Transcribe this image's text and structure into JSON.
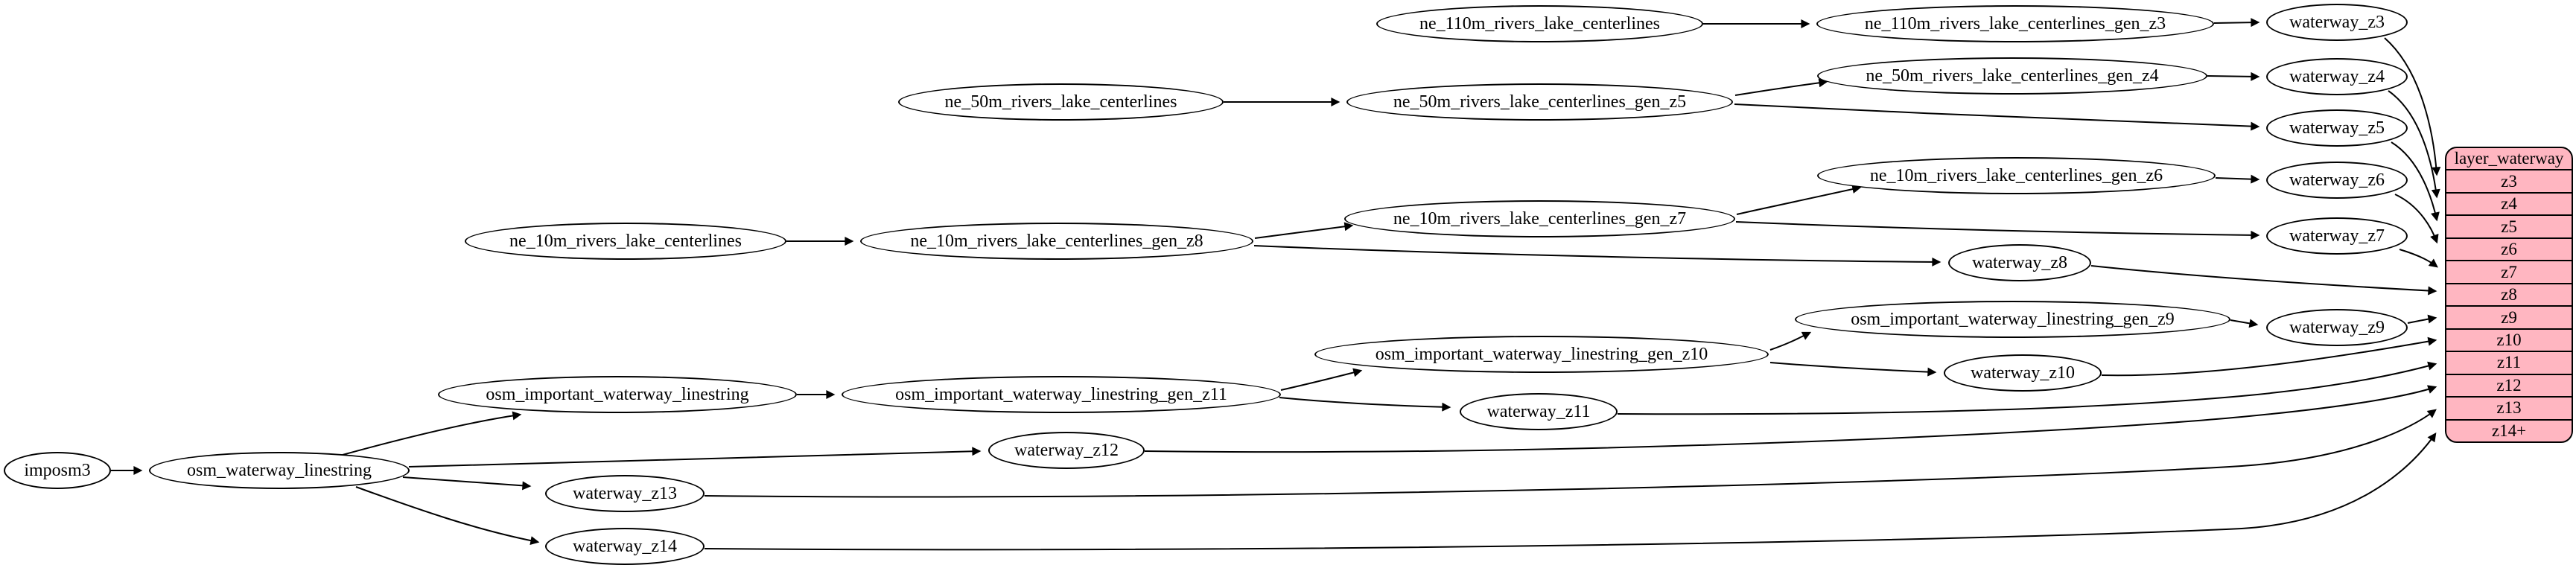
{
  "diagram": {
    "kind": "dependency-graph",
    "background": "#ffffff",
    "node_fill": "#ffffff",
    "node_border": "#000000",
    "edge_color": "#000000",
    "table_fill": "#ffb6c1",
    "table_border": "#000000"
  },
  "nodes": {
    "imposm3": "imposm3",
    "osm_waterway_linestring": "osm_waterway_linestring",
    "osm_important_waterway_linestring": "osm_important_waterway_linestring",
    "osm_important_waterway_linestring_gen_z11": "osm_important_waterway_linestring_gen_z11",
    "osm_important_waterway_linestring_gen_z10": "osm_important_waterway_linestring_gen_z10",
    "osm_important_waterway_linestring_gen_z9": "osm_important_waterway_linestring_gen_z9",
    "ne_110m_rivers_lake_centerlines": "ne_110m_rivers_lake_centerlines",
    "ne_110m_rivers_lake_centerlines_gen_z3": "ne_110m_rivers_lake_centerlines_gen_z3",
    "ne_50m_rivers_lake_centerlines": "ne_50m_rivers_lake_centerlines",
    "ne_50m_rivers_lake_centerlines_gen_z5": "ne_50m_rivers_lake_centerlines_gen_z5",
    "ne_50m_rivers_lake_centerlines_gen_z4": "ne_50m_rivers_lake_centerlines_gen_z4",
    "ne_10m_rivers_lake_centerlines": "ne_10m_rivers_lake_centerlines",
    "ne_10m_rivers_lake_centerlines_gen_z8": "ne_10m_rivers_lake_centerlines_gen_z8",
    "ne_10m_rivers_lake_centerlines_gen_z7": "ne_10m_rivers_lake_centerlines_gen_z7",
    "ne_10m_rivers_lake_centerlines_gen_z6": "ne_10m_rivers_lake_centerlines_gen_z6",
    "waterway_z3": "waterway_z3",
    "waterway_z4": "waterway_z4",
    "waterway_z5": "waterway_z5",
    "waterway_z6": "waterway_z6",
    "waterway_z7": "waterway_z7",
    "waterway_z8": "waterway_z8",
    "waterway_z9": "waterway_z9",
    "waterway_z10": "waterway_z10",
    "waterway_z11": "waterway_z11",
    "waterway_z12": "waterway_z12",
    "waterway_z13": "waterway_z13",
    "waterway_z14": "waterway_z14"
  },
  "layer_table": {
    "title": "layer_waterway",
    "rows": [
      "z3",
      "z4",
      "z5",
      "z6",
      "z7",
      "z8",
      "z9",
      "z10",
      "z11",
      "z12",
      "z13",
      "z14+"
    ]
  },
  "edges": [
    {
      "from": "imposm3",
      "to": "osm_waterway_linestring"
    },
    {
      "from": "osm_waterway_linestring",
      "to": "osm_important_waterway_linestring"
    },
    {
      "from": "osm_waterway_linestring",
      "to": "waterway_z12"
    },
    {
      "from": "osm_waterway_linestring",
      "to": "waterway_z13"
    },
    {
      "from": "osm_waterway_linestring",
      "to": "waterway_z14"
    },
    {
      "from": "osm_important_waterway_linestring",
      "to": "osm_important_waterway_linestring_gen_z11"
    },
    {
      "from": "osm_important_waterway_linestring_gen_z11",
      "to": "osm_important_waterway_linestring_gen_z10"
    },
    {
      "from": "osm_important_waterway_linestring_gen_z11",
      "to": "waterway_z11"
    },
    {
      "from": "osm_important_waterway_linestring_gen_z10",
      "to": "osm_important_waterway_linestring_gen_z9"
    },
    {
      "from": "osm_important_waterway_linestring_gen_z10",
      "to": "waterway_z10"
    },
    {
      "from": "osm_important_waterway_linestring_gen_z9",
      "to": "waterway_z9"
    },
    {
      "from": "ne_110m_rivers_lake_centerlines",
      "to": "ne_110m_rivers_lake_centerlines_gen_z3"
    },
    {
      "from": "ne_110m_rivers_lake_centerlines_gen_z3",
      "to": "waterway_z3"
    },
    {
      "from": "ne_50m_rivers_lake_centerlines",
      "to": "ne_50m_rivers_lake_centerlines_gen_z5"
    },
    {
      "from": "ne_50m_rivers_lake_centerlines_gen_z5",
      "to": "ne_50m_rivers_lake_centerlines_gen_z4"
    },
    {
      "from": "ne_50m_rivers_lake_centerlines_gen_z5",
      "to": "waterway_z5"
    },
    {
      "from": "ne_50m_rivers_lake_centerlines_gen_z4",
      "to": "waterway_z4"
    },
    {
      "from": "ne_10m_rivers_lake_centerlines",
      "to": "ne_10m_rivers_lake_centerlines_gen_z8"
    },
    {
      "from": "ne_10m_rivers_lake_centerlines_gen_z8",
      "to": "ne_10m_rivers_lake_centerlines_gen_z7"
    },
    {
      "from": "ne_10m_rivers_lake_centerlines_gen_z8",
      "to": "waterway_z8"
    },
    {
      "from": "ne_10m_rivers_lake_centerlines_gen_z7",
      "to": "ne_10m_rivers_lake_centerlines_gen_z6"
    },
    {
      "from": "ne_10m_rivers_lake_centerlines_gen_z7",
      "to": "waterway_z7"
    },
    {
      "from": "ne_10m_rivers_lake_centerlines_gen_z6",
      "to": "waterway_z6"
    },
    {
      "from": "waterway_z3",
      "to": "layer_waterway.z3"
    },
    {
      "from": "waterway_z4",
      "to": "layer_waterway.z4"
    },
    {
      "from": "waterway_z5",
      "to": "layer_waterway.z5"
    },
    {
      "from": "waterway_z6",
      "to": "layer_waterway.z6"
    },
    {
      "from": "waterway_z7",
      "to": "layer_waterway.z7"
    },
    {
      "from": "waterway_z8",
      "to": "layer_waterway.z8"
    },
    {
      "from": "waterway_z9",
      "to": "layer_waterway.z9"
    },
    {
      "from": "waterway_z10",
      "to": "layer_waterway.z10"
    },
    {
      "from": "waterway_z11",
      "to": "layer_waterway.z11"
    },
    {
      "from": "waterway_z12",
      "to": "layer_waterway.z12"
    },
    {
      "from": "waterway_z13",
      "to": "layer_waterway.z13"
    },
    {
      "from": "waterway_z14",
      "to": "layer_waterway.z14+"
    }
  ]
}
